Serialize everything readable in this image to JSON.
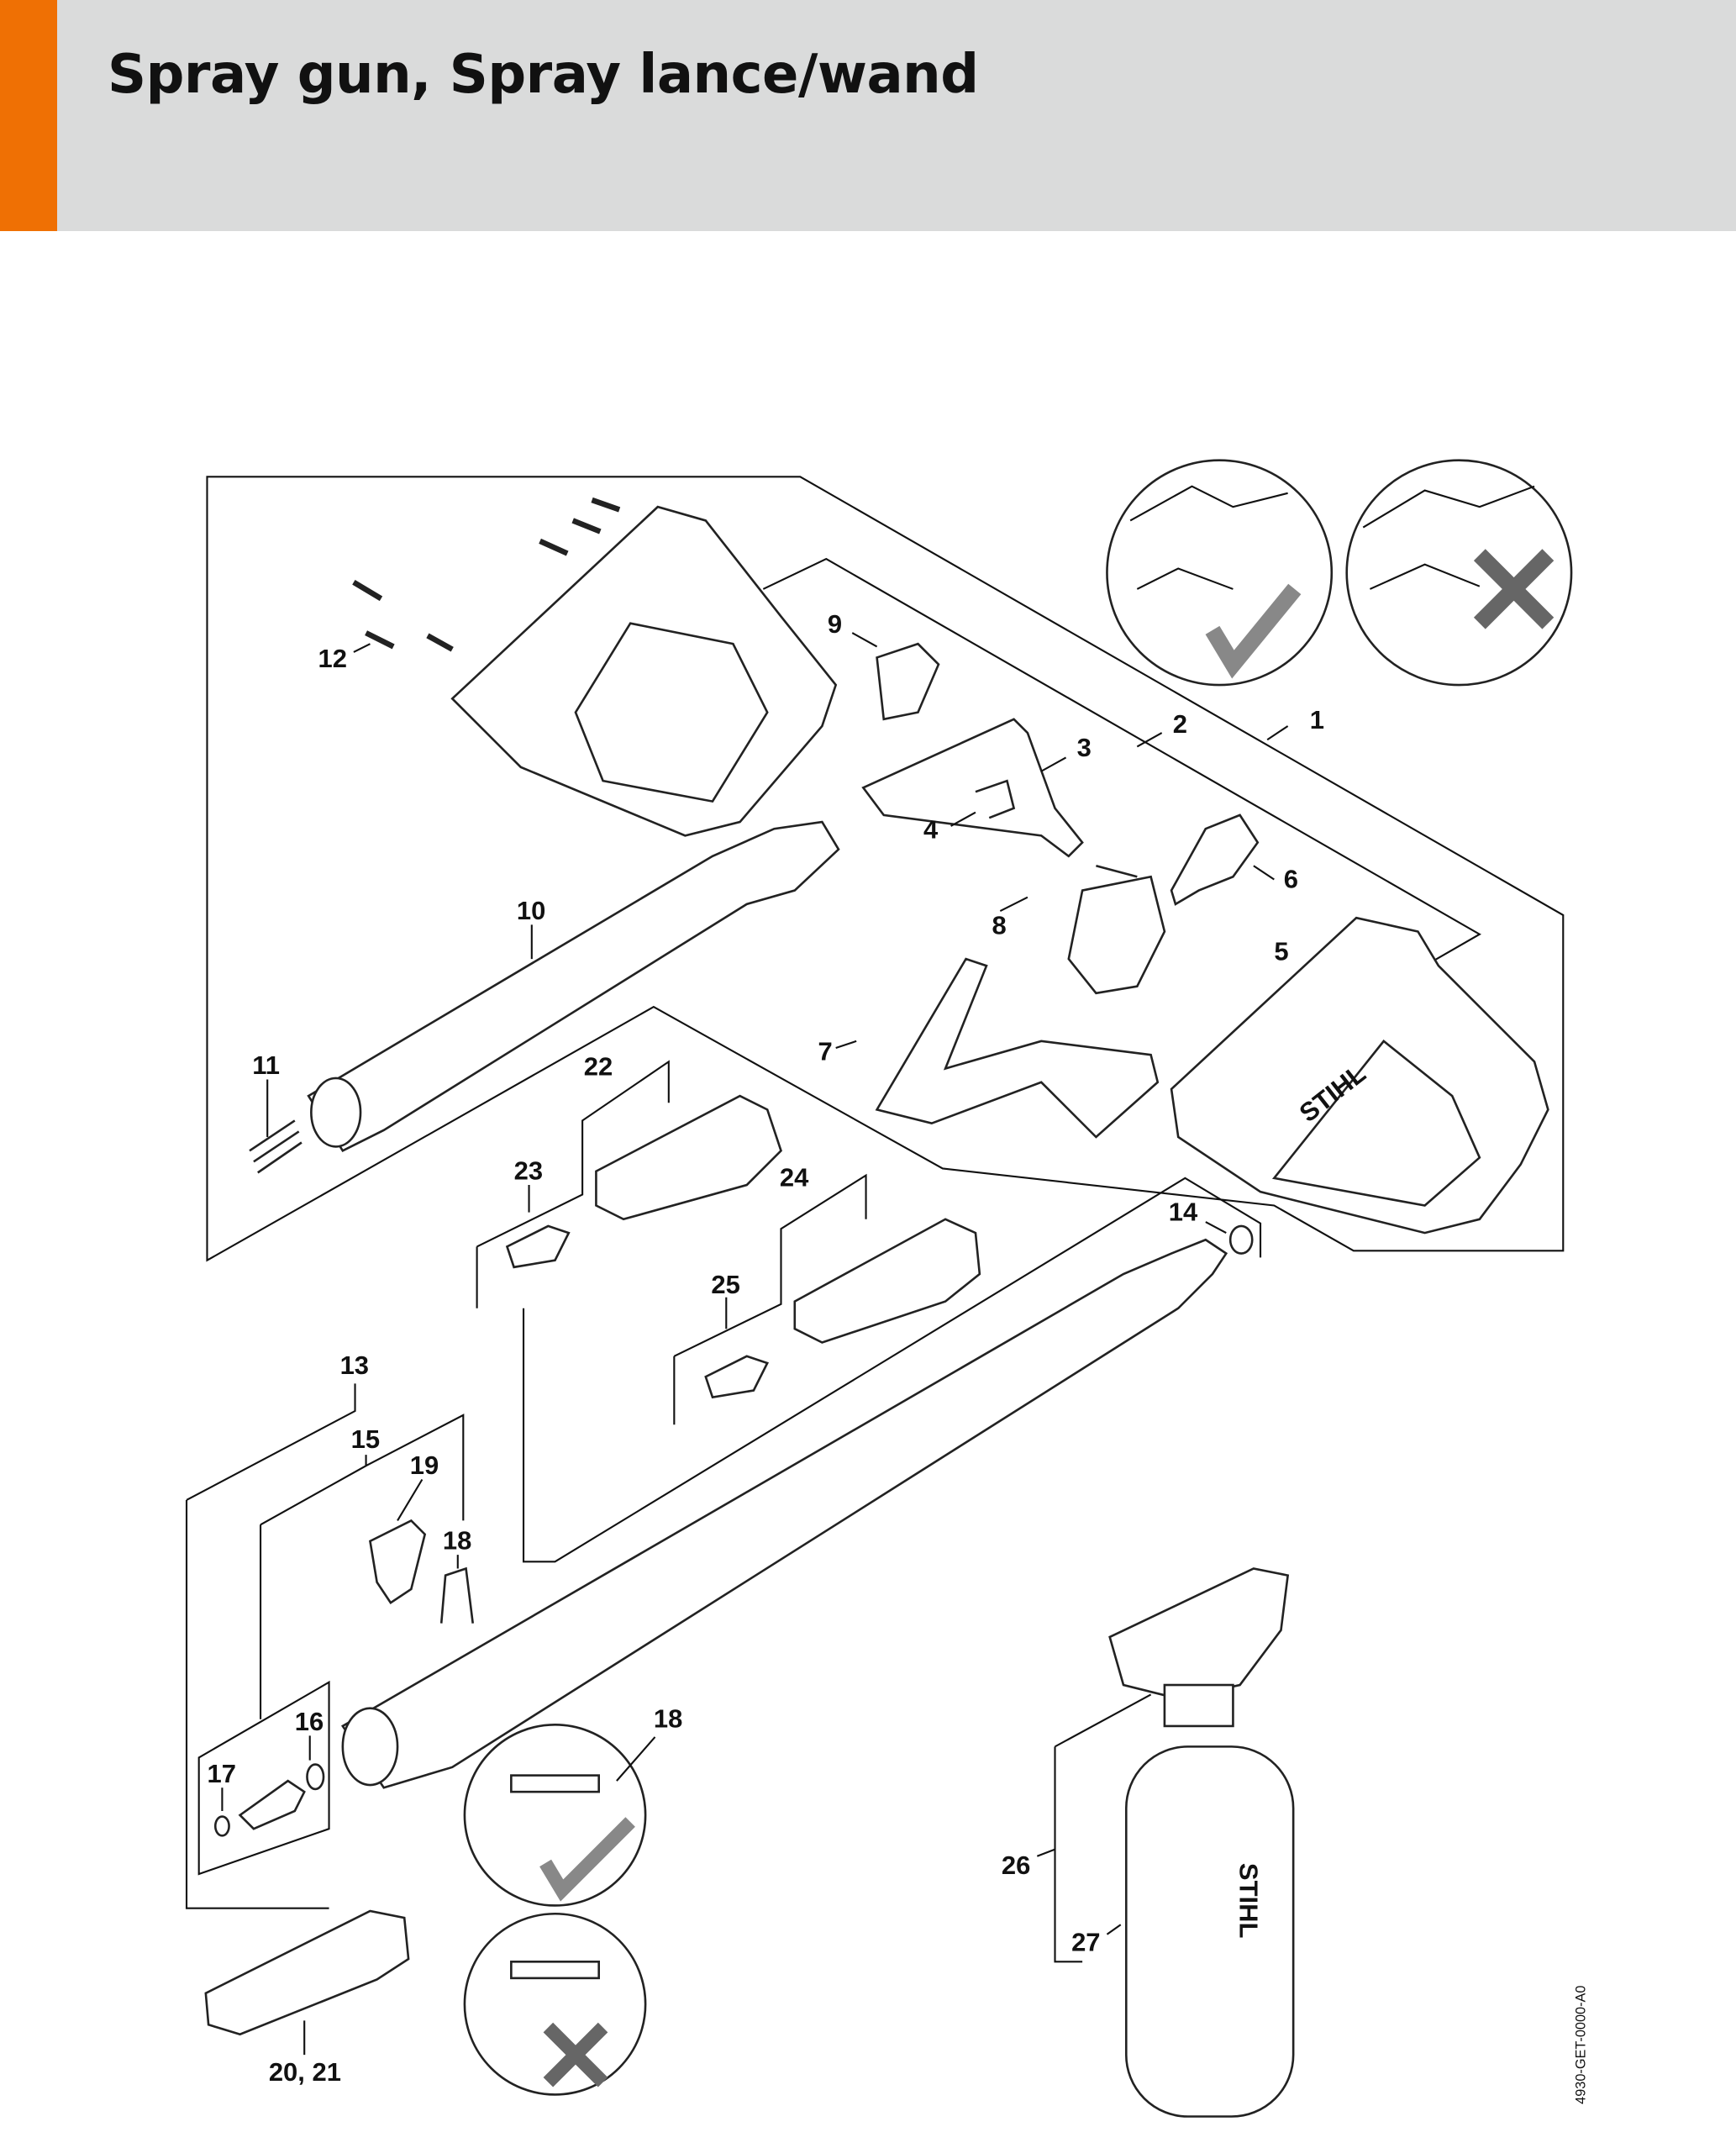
{
  "header": {
    "title": "Spray gun, Spray lance/wand",
    "accent_color": "#ef7004",
    "background": "#dadbdb"
  },
  "diagram": {
    "labels": {
      "p1": "1",
      "p2": "2",
      "p3": "3",
      "p4": "4",
      "p5": "5",
      "p6": "6",
      "p7": "7",
      "p8": "8",
      "p9": "9",
      "p10": "10",
      "p11": "11",
      "p12": "12",
      "p13": "13",
      "p14": "14",
      "p15": "15",
      "p16": "16",
      "p17": "17",
      "p18a": "18",
      "p18b": "18",
      "p19": "19",
      "p20_21": "20, 21",
      "p22": "22",
      "p23": "23",
      "p24": "24",
      "p25": "25",
      "p26": "26",
      "p27": "27"
    },
    "bottle_brand": "STIHL",
    "gun_brand": "STIHL",
    "drawing_code": "4930-GET-0000-A0"
  }
}
